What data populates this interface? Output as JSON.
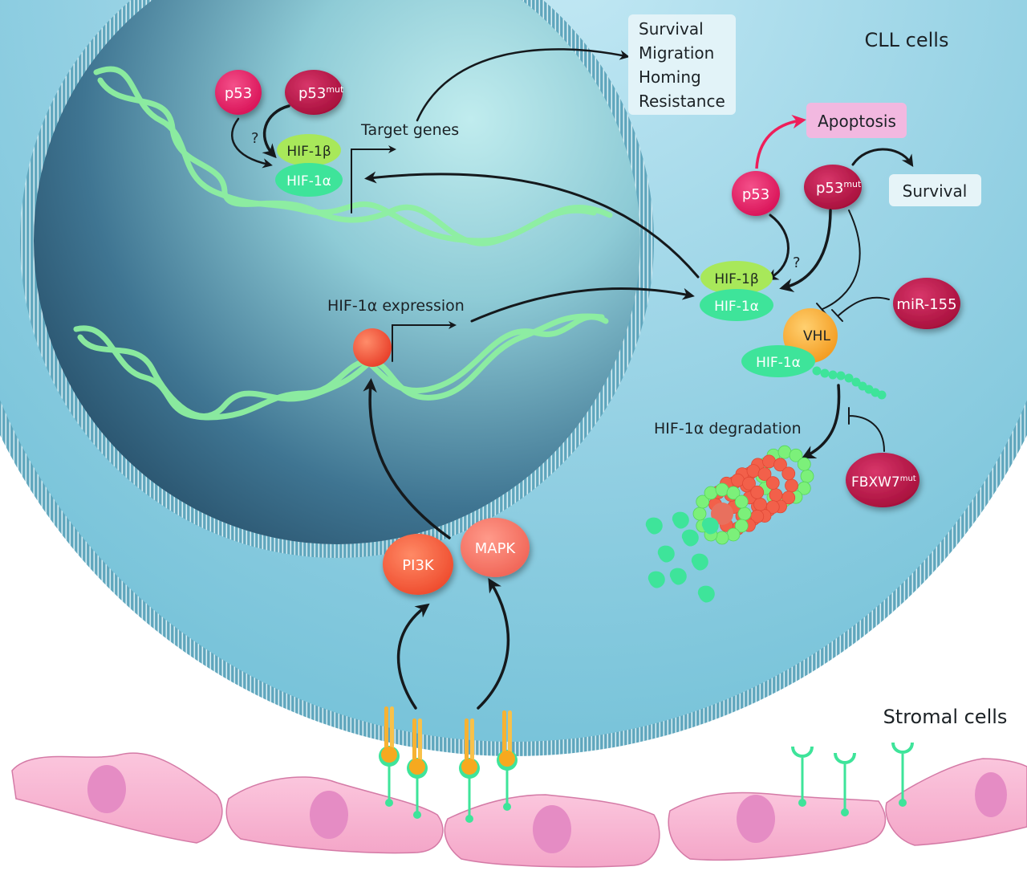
{
  "title_labels": {
    "cll_cells": "CLL cells",
    "stromal_cells": "Stromal cells"
  },
  "nucleus": {
    "p53": "p53",
    "p53mut_base": "p53",
    "p53mut_sup": "mut",
    "question": "?",
    "hif1b": "HIF-1β",
    "hif1a": "HIF-1α",
    "target_genes": "Target genes",
    "hif1a_expression": "HIF-1α expression"
  },
  "outcomes_box": {
    "lines": [
      "Survival",
      "Migration",
      "Homing",
      "Resistance"
    ]
  },
  "cytoplasm": {
    "apoptosis": "Apoptosis",
    "survival": "Survival",
    "p53": "p53",
    "p53mut_base": "p53",
    "p53mut_sup": "mut",
    "question": "?",
    "hif1b": "HIF-1β",
    "hif1a": "HIF-1α",
    "mir155": "miR-155",
    "vhl": "VHL",
    "vhl_hif1a": "HIF-1α",
    "degradation": "HIF-1α degradation",
    "fbxw7_base": "FBXW7",
    "fbxw7_sup": "mut",
    "pi3k": "PI3K",
    "mapk": "MAPK"
  },
  "colors": {
    "cytoplasm": "#7fc6dc",
    "nucleus_dark": "#2f5e7a",
    "nucleus_light": "#b6e6ea",
    "dna": "#8ef0a0",
    "p53": "#e3175a",
    "p53mut": "#b5123f",
    "hif1b": "#a8e85a",
    "hif1a": "#3ee49a",
    "kinase": "#f2553a",
    "vhl": "#f7a82a",
    "apoptosis_box": "#f2b8e0",
    "stromal": "#f7b8d4",
    "stromal_nucleus": "#e58cc4",
    "receptor": "#f6b233",
    "ligand": "#3fe5a0"
  }
}
